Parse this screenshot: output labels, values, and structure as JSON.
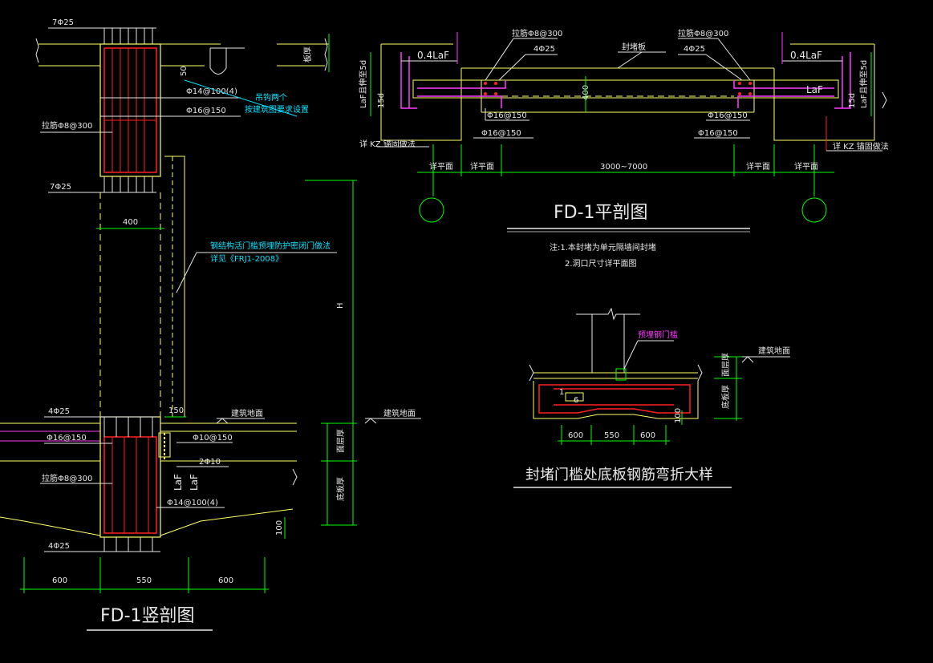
{
  "left_section": {
    "title": "FD-1竖剖图",
    "top_rebar": "7Φ25",
    "mid_rebar": "7Φ25",
    "bottom_top_rebar": "4Φ25",
    "bottom_bot_rebar": "4Φ25",
    "dim_50": "50",
    "stirrup_1": "Φ14@100(4)",
    "stirrup_2": "Φ16@150",
    "tie_upper": "拉筋Φ8@300",
    "note_cyan_1": "钢结构活门槛预埋防护密闭门做法",
    "note_cyan_2": "详见《FRJ1-2008》",
    "note_top_1": "吊钩两个",
    "note_top_2": "按建筑图要求设置",
    "wall_width": "400",
    "dim_150": "150",
    "floor_label": "建筑地面",
    "floor_label_right": "建筑地面",
    "h_label": "H",
    "rebar_16_150": "Φ16@150",
    "rebar_10_150": "Φ10@150",
    "rebar_2_10": "2Φ10",
    "tie_lower": "拉筋Φ8@300",
    "stirrup_lower": "Φ14@100(4)",
    "laf_1": "LaF",
    "laf_2": "LaF",
    "dim_100": "100",
    "floor_thick": "面层厚",
    "slab_thick": "底板厚",
    "slab_top": "板厚",
    "dims_bottom": [
      "600",
      "550",
      "600"
    ]
  },
  "plan_section": {
    "title": "FD-1平剖图",
    "tie_left": "拉筋Φ8@300",
    "tie_right": "拉筋Φ8@300",
    "rebar_left": "4Φ25",
    "rebar_right": "4Φ25",
    "plate_label": "封堵板",
    "laf_left_top": "0.4LaF",
    "laf_right_top": "0.4LaF",
    "dim_400": "400",
    "laf_right": "LaF",
    "left_vert": "LaF且伸至5d",
    "right_vert": "LaF且伸至5d",
    "left_15d": "15d",
    "right_15d": "15d",
    "r16_1": "Φ16@150",
    "r16_2": "Φ16@150",
    "r16_3": "Φ16@150",
    "r16_4": "Φ16@150",
    "kz_left": "详 KZ 锚固做法",
    "kz_right": "详 KZ 锚固做法",
    "plan_ref_1": "详平面",
    "plan_ref_2": "详平面",
    "plan_ref_3": "详平面",
    "plan_ref_4": "详平面",
    "span": "3000~7000",
    "note_1": "注:1.本封堵为单元隔墙间封堵",
    "note_2": "2.洞口尺寸详平面图"
  },
  "detail": {
    "title": "封堵门槛处底板钢筋弯折大样",
    "steel_label": "预埋钢门槛",
    "floor_label": "建筑地面",
    "floor_thick": "面层厚",
    "slab_thick": "底板厚",
    "n1": "1",
    "n6": "6",
    "dim_100": "100",
    "dims": [
      "600",
      "550",
      "600"
    ]
  },
  "colors": {
    "bg": "#000000",
    "concrete": "#ffff66",
    "rebar": "#ff2020",
    "dim": "#00ff00",
    "note": "#00e5ff",
    "accent": "#ff3cff",
    "text": "#e8e8e8"
  }
}
